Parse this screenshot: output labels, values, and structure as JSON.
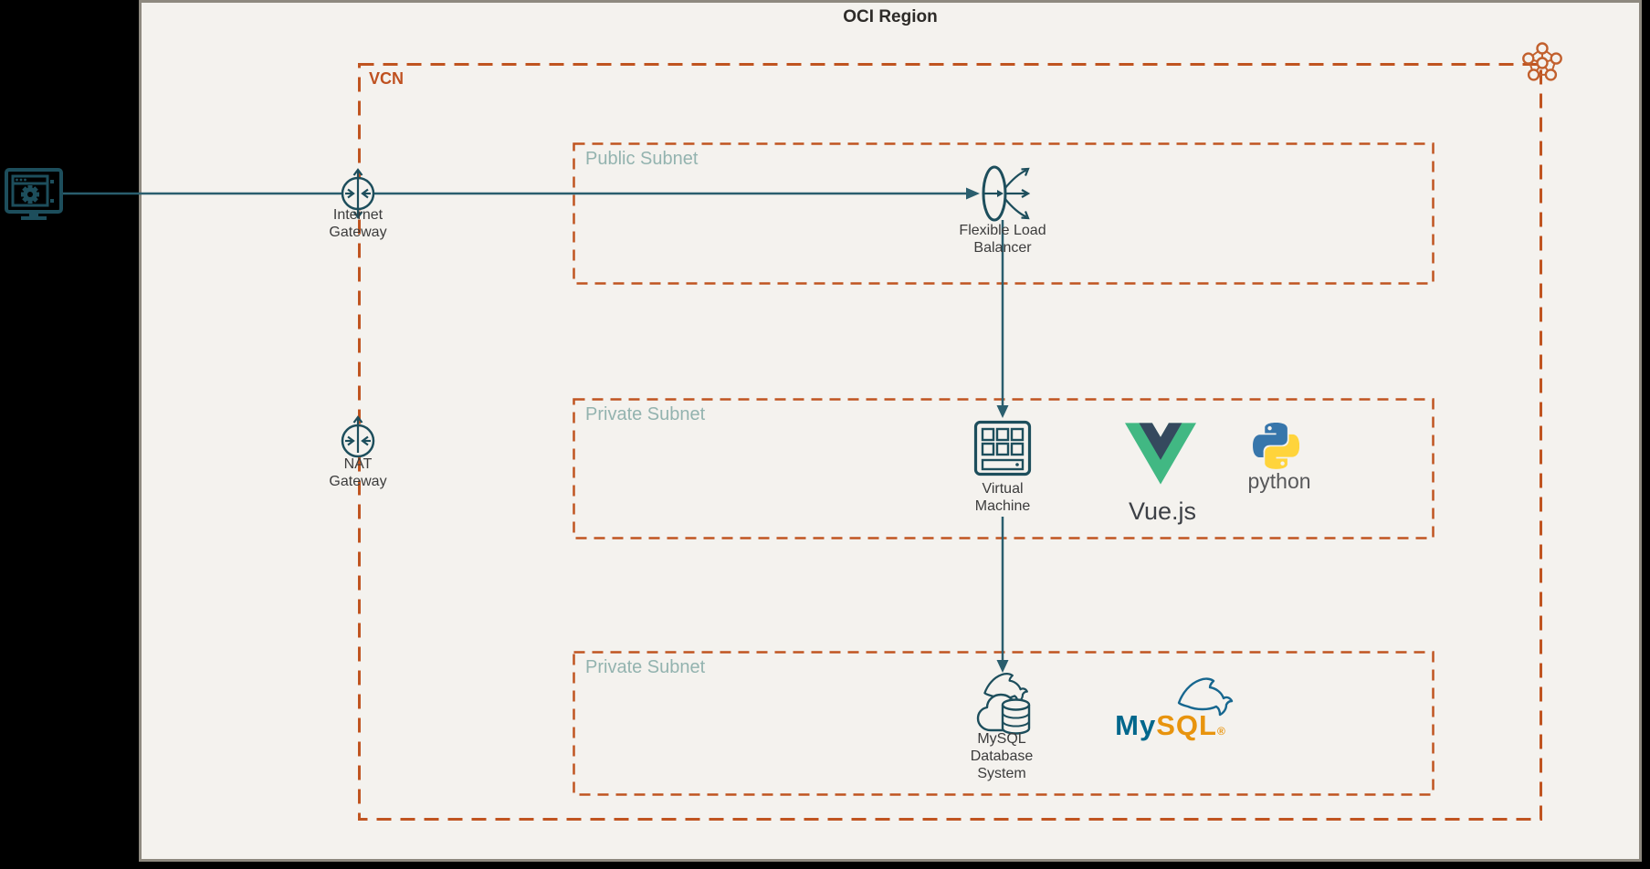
{
  "region": {
    "title": "OCI Region"
  },
  "vcn": {
    "label": "VCN"
  },
  "subnets": {
    "public": {
      "label": "Public Subnet"
    },
    "private_app": {
      "label": "Private Subnet"
    },
    "private_db": {
      "label": "Private Subnet"
    }
  },
  "nodes": {
    "internet_gateway": {
      "label": "Internet\nGateway"
    },
    "nat_gateway": {
      "label": "NAT\nGateway"
    },
    "load_balancer": {
      "label": "Flexible Load\nBalancer"
    },
    "virtual_machine": {
      "label": "Virtual\nMachine"
    },
    "mysql_db_system": {
      "label": "MySQL\nDatabase\nSystem"
    }
  },
  "logos": {
    "vuejs": {
      "caption": "Vue.js"
    },
    "python": {
      "caption": "python"
    },
    "mysql": {
      "word_my": "My",
      "word_sql": "SQL",
      "registered": "®"
    }
  },
  "icons": {
    "client": "browser-monitor-icon",
    "internet_gateway": "internet-gateway-icon",
    "nat_gateway": "nat-gateway-icon",
    "load_balancer": "load-balancer-icon",
    "virtual_machine": "virtual-machine-icon",
    "mysql_db_system": "mysql-database-icon",
    "vcn_corner": "vcn-network-icon",
    "vuejs": "vuejs-logo",
    "python": "python-logo",
    "mysql": "mysql-dolphin-logo"
  },
  "colors": {
    "background": "#000000",
    "region_fill": "#f4f2ee",
    "region_border": "#8e897f",
    "vcn_dash": "#c05420",
    "subnet_label": "#93b3af",
    "icon_teal": "#1d4e5c",
    "connector": "#2a5e6e",
    "vue_green": "#41b883",
    "vue_navy": "#35495e",
    "python_blue": "#3776ab",
    "python_yellow": "#ffd43b",
    "mysql_blue": "#00678c",
    "mysql_orange": "#e8940e"
  }
}
